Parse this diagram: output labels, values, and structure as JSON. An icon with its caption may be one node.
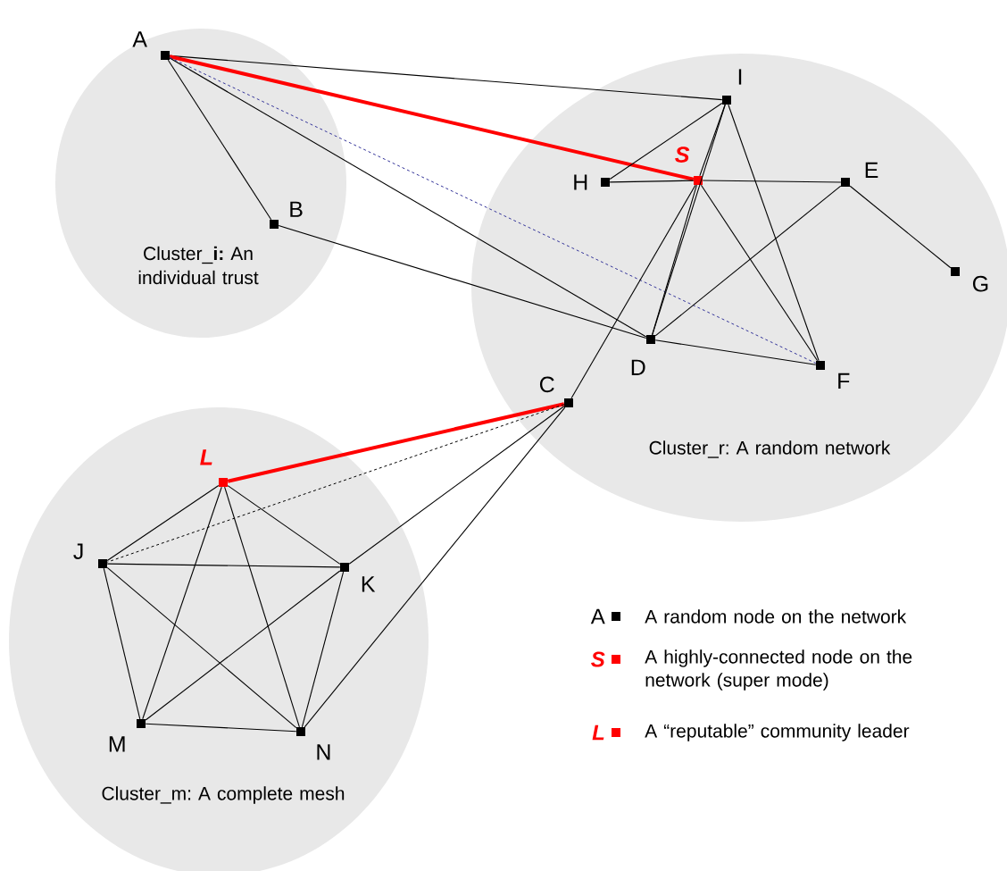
{
  "diagram": {
    "nodes": [
      {
        "text": [
          "Cluster_**i:** An individual trust"
        ]
      },
      {
        "text": [
          "A"
        ],
        "in": 0
      },
      {
        "text": [
          "B"
        ],
        "in": 0
      },
      {
        "text": [
          "Cluster_r: A random network"
        ]
      },
      {
        "text": [
          "I"
        ],
        "in": 3
      },
      {
        "text": [
          "H"
        ],
        "in": 3
      },
      {
        "text": [
          "S"
        ],
        "in": 3
      },
      {
        "text": [
          "E"
        ],
        "in": 3
      },
      {
        "text": [
          "G"
        ],
        "in": 3
      },
      {
        "text": [
          "D"
        ],
        "in": 3
      },
      {
        "text": [
          "F"
        ],
        "in": 3
      },
      {
        "text": [
          "C"
        ],
        "in": 3
      },
      {
        "text": [
          "Cluster_m: A complete mesh"
        ]
      },
      {
        "text": [
          "L"
        ],
        "in": 12
      },
      {
        "text": [
          "J"
        ],
        "in": 12
      },
      {
        "text": [
          "K"
        ],
        "in": 12
      },
      {
        "text": [
          "M"
        ],
        "in": 12
      },
      {
        "text": [
          "N"
        ],
        "in": 12
      }
    ],
    "edges": [
      {
        "from": 1,
        "to": 4,
        "arrow": "none"
      },
      {
        "from": 1,
        "to": 6,
        "arrow": "none",
        "style": "thick",
        "color": "#ff0000"
      },
      {
        "from": 1,
        "to": 2,
        "arrow": "none"
      },
      {
        "from": 1,
        "to": 9,
        "arrow": "none"
      },
      {
        "from": 1,
        "to": 10,
        "arrow": "none",
        "style": "dashed",
        "color": "#333399"
      },
      {
        "from": 2,
        "to": 9,
        "arrow": "none"
      },
      {
        "from": 4,
        "to": 5,
        "arrow": "none"
      },
      {
        "from": 4,
        "to": 6,
        "arrow": "none"
      },
      {
        "from": 4,
        "to": 9,
        "arrow": "none"
      },
      {
        "from": 4,
        "to": 10,
        "arrow": "none"
      },
      {
        "from": 5,
        "to": 6,
        "arrow": "none"
      },
      {
        "from": 6,
        "to": 7,
        "arrow": "none"
      },
      {
        "from": 6,
        "to": 9,
        "arrow": "none"
      },
      {
        "from": 6,
        "to": 10,
        "arrow": "none"
      },
      {
        "from": 6,
        "to": 11,
        "arrow": "none"
      },
      {
        "from": 7,
        "to": 9,
        "arrow": "none"
      },
      {
        "from": 7,
        "to": 8,
        "arrow": "none"
      },
      {
        "from": 9,
        "to": 10,
        "arrow": "none"
      },
      {
        "from": 11,
        "to": 13,
        "arrow": "none",
        "style": "thick",
        "color": "#ff0000"
      },
      {
        "from": 11,
        "to": 14,
        "arrow": "none",
        "style": "dashed"
      },
      {
        "from": 11,
        "to": 15,
        "arrow": "none"
      },
      {
        "from": 11,
        "to": 17,
        "arrow": "none"
      },
      {
        "from": 13,
        "to": 14,
        "arrow": "none"
      },
      {
        "from": 13,
        "to": 15,
        "arrow": "none"
      },
      {
        "from": 13,
        "to": 16,
        "arrow": "none"
      },
      {
        "from": 13,
        "to": 17,
        "arrow": "none"
      },
      {
        "from": 14,
        "to": 15,
        "arrow": "none"
      },
      {
        "from": 14,
        "to": 16,
        "arrow": "none"
      },
      {
        "from": 14,
        "to": 17,
        "arrow": "none"
      },
      {
        "from": 15,
        "to": 16,
        "arrow": "none"
      },
      {
        "from": 15,
        "to": 17,
        "arrow": "none"
      },
      {
        "from": 16,
        "to": 17,
        "arrow": "none"
      }
    ],
    "labels": [
      "A",
      "S",
      "L"
    ],
    "legend": [
      {
        "text": "A random node on the network",
        "color": "#000000"
      },
      {
        "text": "A  highly-connected node on the network (super mode)",
        "color": "#ff0000"
      },
      {
        "text": "A “reputable” community leader",
        "color": "#ff0000"
      }
    ]
  }
}
